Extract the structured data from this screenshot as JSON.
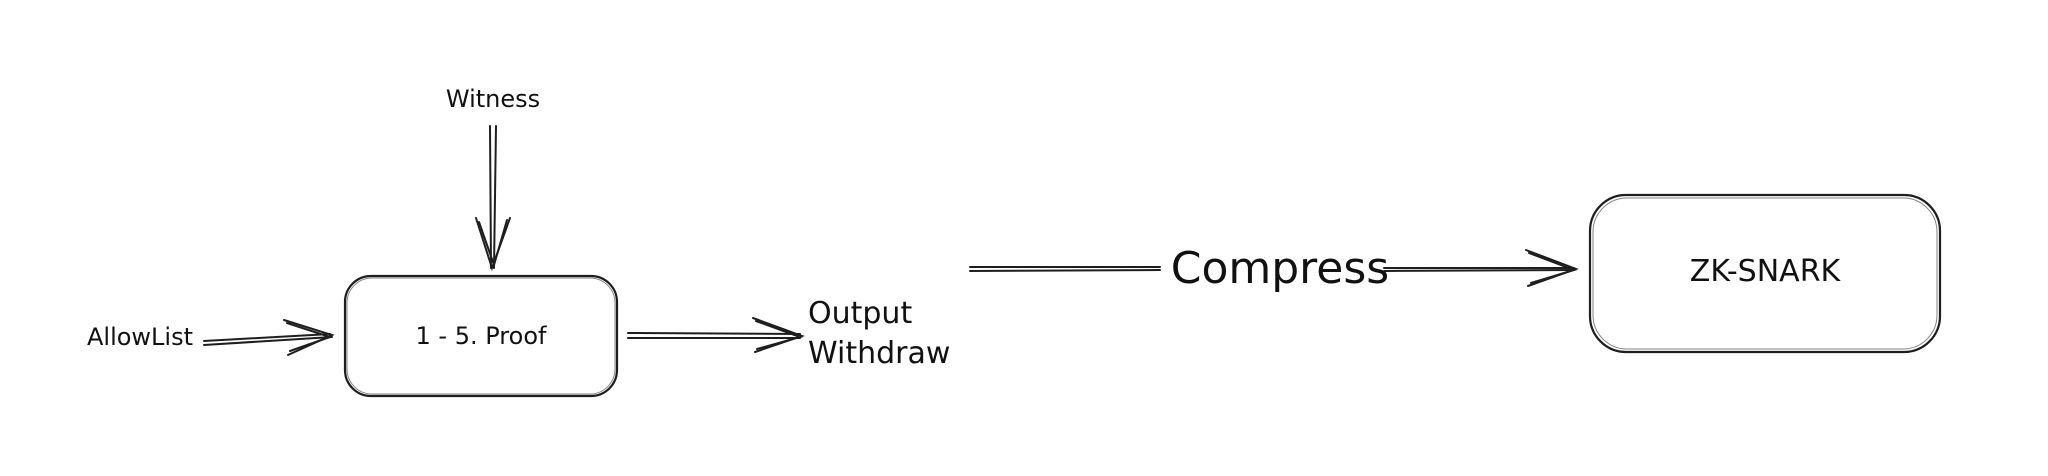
{
  "nodes": {
    "witness": "Witness",
    "allowlist": "AllowList",
    "proof": "1 - 5. Proof",
    "output_line1": "Output",
    "output_line2": "Withdraw",
    "compress": "Compress",
    "zksnark": "ZK-SNARK"
  },
  "colors": {
    "stroke": "#1e1e1e",
    "text": "#111111",
    "background": "#ffffff"
  }
}
